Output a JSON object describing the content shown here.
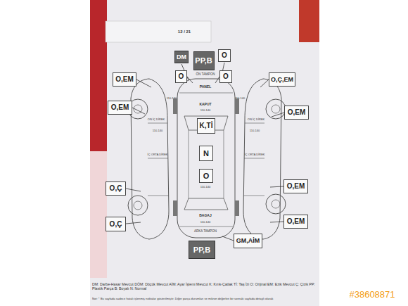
{
  "diagram": {
    "nodes": [
      {
        "text": [
          "DM"
        ]
      },
      {
        "text": [
          "PP,B"
        ]
      },
      {
        "text": [
          "O"
        ]
      },
      {
        "text": [
          "O,EM"
        ]
      },
      {
        "text": [
          "O,EM"
        ]
      },
      {
        "text": [
          "O"
        ]
      },
      {
        "text": [
          "O"
        ]
      },
      {
        "text": [
          "O,Ç,EM"
        ]
      },
      {
        "text": [
          "O,EM"
        ]
      },
      {
        "text": [
          "K,Tİ"
        ]
      },
      {
        "text": [
          "N"
        ]
      },
      {
        "text": [
          "O"
        ]
      },
      {
        "text": [
          "O,Ç"
        ]
      },
      {
        "text": [
          "O,EM"
        ]
      },
      {
        "text": [
          "O,Ç"
        ]
      },
      {
        "text": [
          "O,EM"
        ]
      },
      {
        "text": [
          "PP,B"
        ]
      },
      {
        "text": [
          "GM,AİM"
        ]
      }
    ],
    "labels": [
      "12 / 21",
      "ÖN TAMPON",
      "PANEL",
      "KAPUT",
      "110-140",
      "110-140",
      "110-140",
      "110-140",
      "BAGAJ",
      "110-140",
      "ARKA TAMPON",
      "ÖN İÇ DİREK",
      "İÇ ORTA DİREK",
      "ÖN İÇ DİREK",
      "İÇ ORTA DİREK",
      "110-140",
      "110-140",
      "DM: Darbe-Hasar Mevcut DÖM: Döçük Mevcut AİM: Ayar İşlemi Mevcut K: Kırık-Çatlak Tİ: Taş İzi O: Orijinal EM: Ezik Mevcut Ç: Çizik PP: Plastik Parça B: Boyalı N: Normal",
      "Not: * Bu sayfada sadece hatalı işlenmiş noktalar gösterilmiştir. Diğer parça durumları ve mikron değerleri bir sonraki sayfada detaylı olarak",
      "#38608871"
    ]
  }
}
